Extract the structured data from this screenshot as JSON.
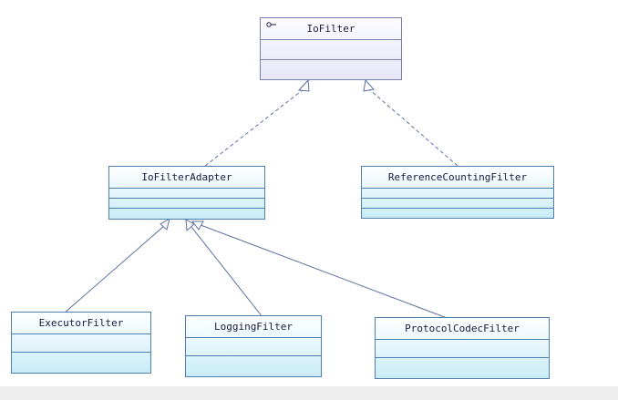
{
  "diagram": {
    "interface": {
      "name": "IoFilter",
      "icon": "interface-icon"
    },
    "adapter": {
      "name": "IoFilterAdapter"
    },
    "reference_counting": {
      "name": "ReferenceCountingFilter"
    },
    "executor": {
      "name": "ExecutorFilter"
    },
    "logging": {
      "name": "LoggingFilter"
    },
    "protocol_codec": {
      "name": "ProtocolCodecFilter"
    },
    "relations": [
      {
        "from": "IoFilterAdapter",
        "to": "IoFilter",
        "kind": "realization"
      },
      {
        "from": "ReferenceCountingFilter",
        "to": "IoFilter",
        "kind": "realization"
      },
      {
        "from": "ExecutorFilter",
        "to": "IoFilterAdapter",
        "kind": "generalization"
      },
      {
        "from": "LoggingFilter",
        "to": "IoFilterAdapter",
        "kind": "generalization"
      },
      {
        "from": "ProtocolCodecFilter",
        "to": "IoFilterAdapter",
        "kind": "generalization"
      }
    ],
    "colors": {
      "interface_border": "#7b7faf",
      "class_border": "#4f7fb0",
      "line": "#5b6fa0",
      "class_fill": "#c9ecf7"
    }
  }
}
